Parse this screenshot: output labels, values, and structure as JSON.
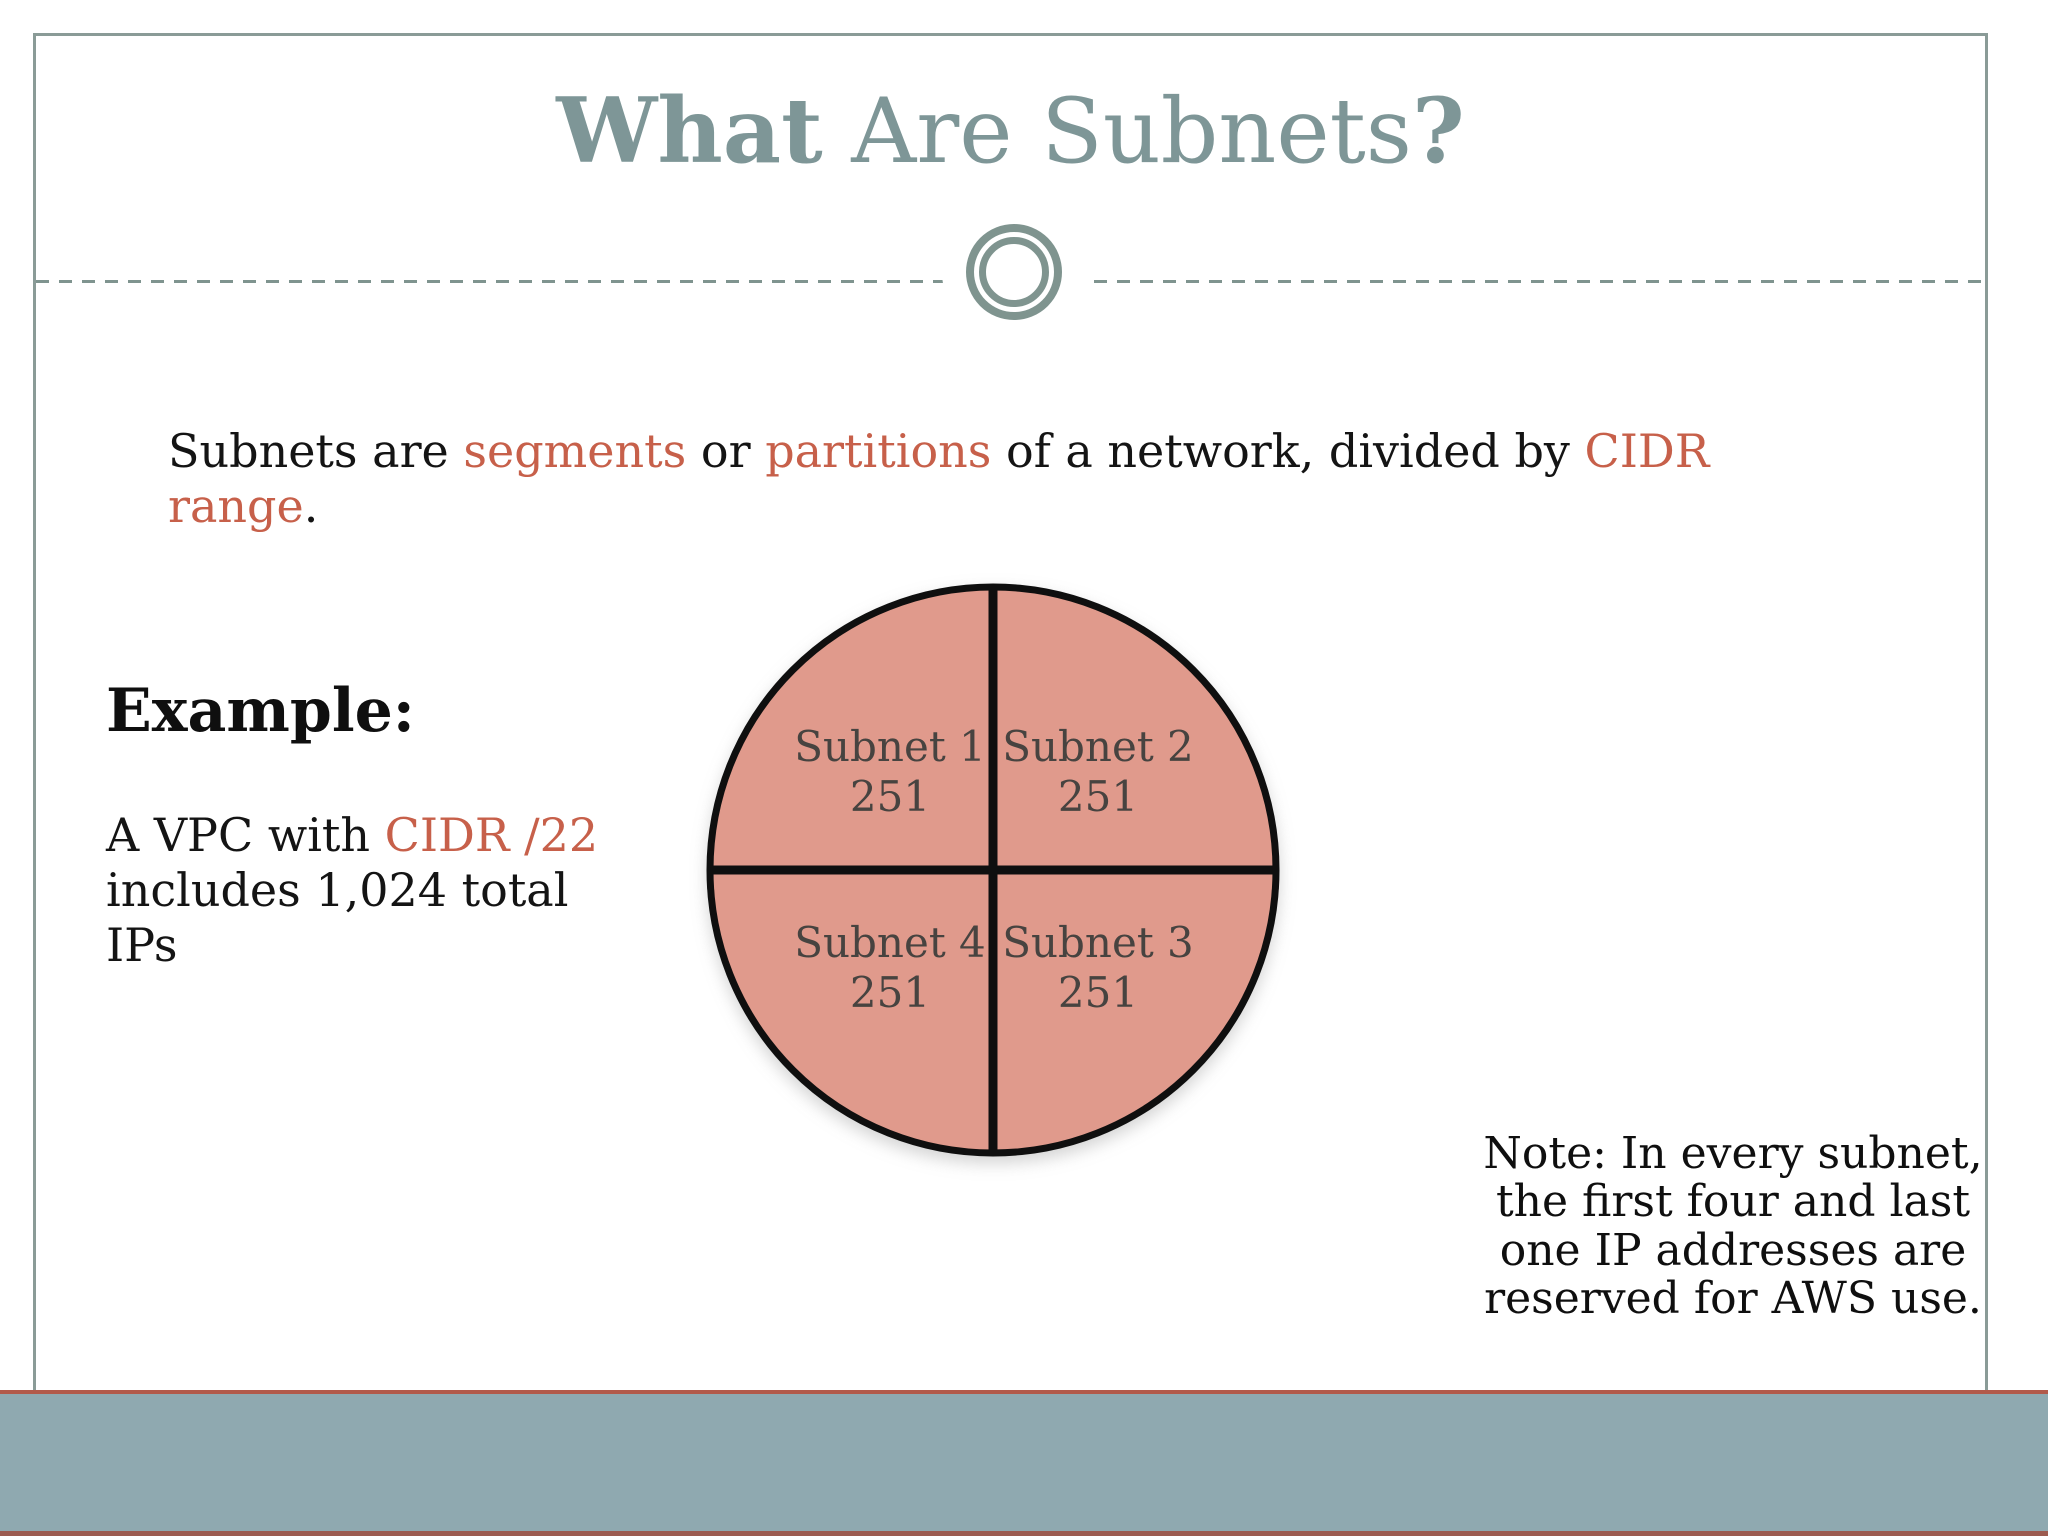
{
  "slide": {
    "title": {
      "bold_start": "What",
      "regular_middle": " Are Subnets",
      "bold_end": "?"
    },
    "intro": {
      "p1": "Subnets are ",
      "h1": "segments",
      "p2": " or ",
      "h2": "partitions",
      "p3": " of a network, divided by ",
      "h3": "CIDR range",
      "p4": "."
    },
    "example": {
      "heading": "Example:",
      "line1_pre": "A VPC with ",
      "line1_highlight": "CIDR /22",
      "line2": "includes 1,024 total IPs"
    },
    "diagram": {
      "type": "pie",
      "description": "circle divided into four equal quadrants",
      "quadrants": [
        {
          "name": "Subnet 1",
          "value": "251",
          "position": "top-left"
        },
        {
          "name": "Subnet 2",
          "value": "251",
          "position": "top-right"
        },
        {
          "name": "Subnet 3",
          "value": "251",
          "position": "bottom-right"
        },
        {
          "name": "Subnet 4",
          "value": "251",
          "position": "bottom-left"
        }
      ]
    },
    "note": {
      "lines": [
        "Note: In every subnet,",
        "the first four and last",
        "one IP addresses are",
        "reserved for AWS use."
      ]
    }
  },
  "colors": {
    "title_teal": "#7E9697",
    "highlight_orange": "#C7604A",
    "pie_fill": "#E09A8C",
    "pie_stroke": "#0F0F0F",
    "quadrant_label": "#474340",
    "frame_border": "#8A9B97",
    "divider": "#7F948F",
    "footer_bar_fill": "#8FA9B0",
    "footer_bar_border": "#B25A4A"
  }
}
